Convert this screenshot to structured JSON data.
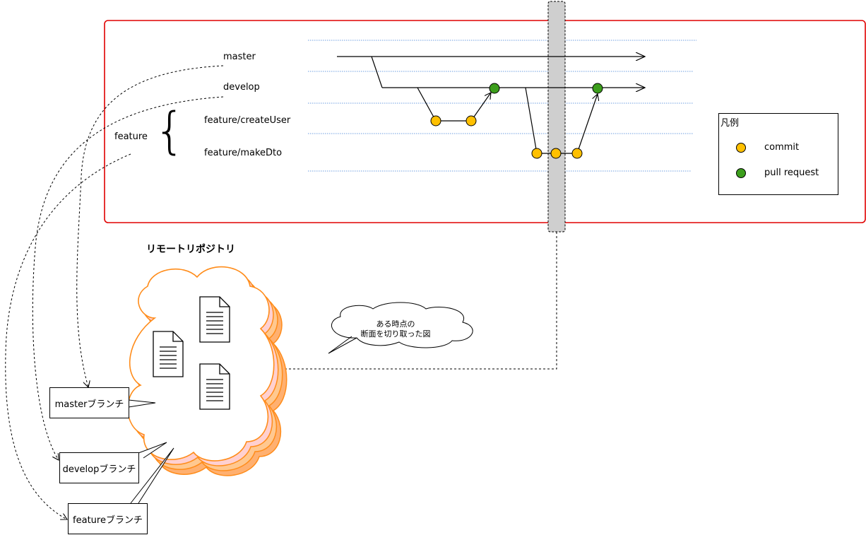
{
  "branches": {
    "master": "master",
    "develop": "develop",
    "feature_group": "feature",
    "feature_create_user": "feature/createUser",
    "feature_make_dto": "feature/makeDto"
  },
  "legend": {
    "title": "凡例",
    "items": [
      {
        "label": "commit",
        "color": "#ffc000"
      },
      {
        "label": "pull request",
        "color": "#3c9e1c"
      }
    ]
  },
  "remote": {
    "title": "リモートリポジトリ",
    "master_branch": "masterブランチ",
    "develop_branch": "developブランチ",
    "feature_branch": "featureブランチ"
  },
  "callout": {
    "line1": "ある時点の",
    "line2": "断面を切り取った図"
  },
  "colors": {
    "frame": "#e00000",
    "commit": "#ffc000",
    "pull_request": "#3c9e1c",
    "cloud_fill": "#ffd0c0",
    "cloud_stroke": "#ff8c1a",
    "lane": "#6f9fe0",
    "snapshot": "#cfcfcf"
  }
}
